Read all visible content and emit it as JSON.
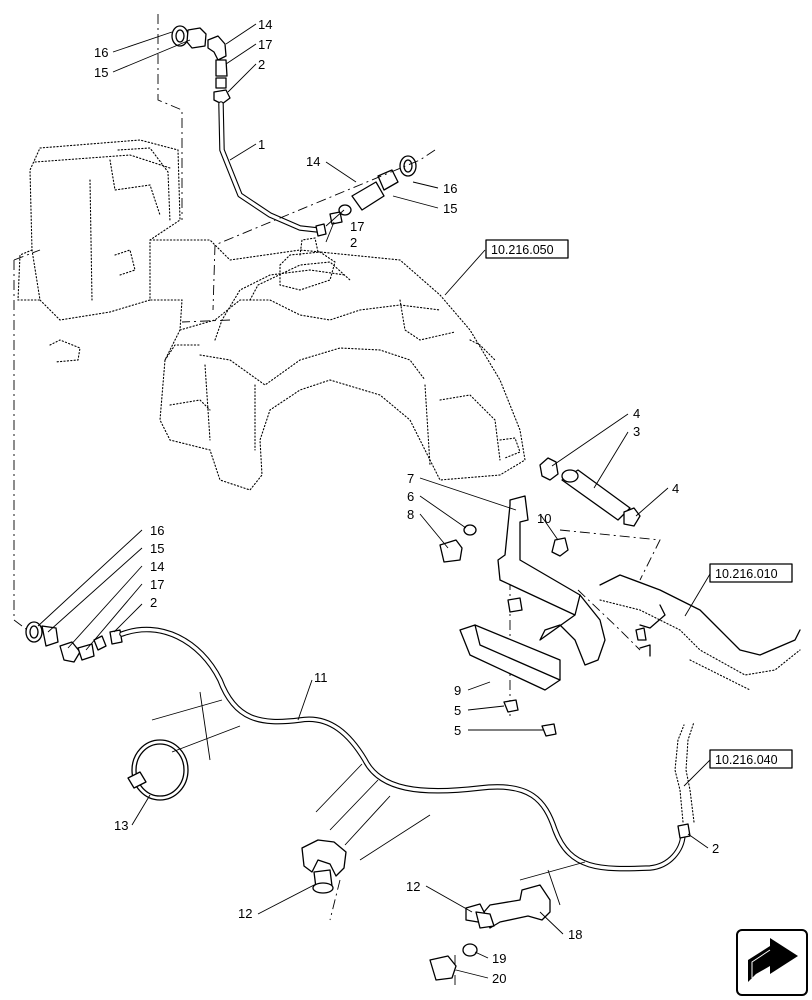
{
  "callouts": [
    "16",
    "15",
    "14",
    "17",
    "2",
    "1",
    "14",
    "17",
    "2",
    "16",
    "15",
    "4",
    "3",
    "4",
    "7",
    "6",
    "8",
    "10",
    "9",
    "5",
    "5",
    "11",
    "13",
    "12",
    "12",
    "18",
    "19",
    "20",
    "16",
    "15",
    "14",
    "17",
    "2",
    "2"
  ],
  "references": [
    "10.216.050",
    "10.216.010",
    "10.216.040"
  ],
  "nav_icon": "next-page-arrow-icon"
}
